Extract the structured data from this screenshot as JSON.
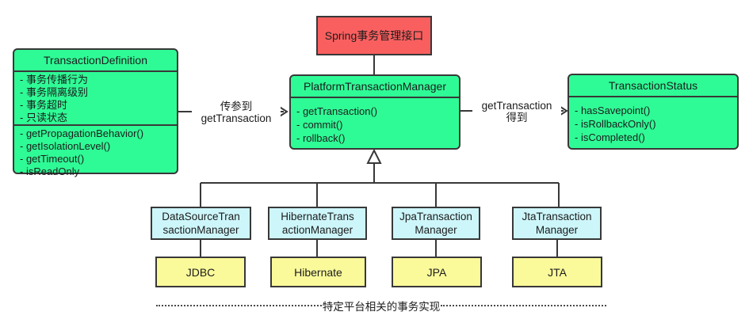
{
  "colors": {
    "class-green": "#2FFB96",
    "interface-red": "#FA5F5F",
    "impl-cyan": "#CDF6FA",
    "platform-yellow": "#FAFA9B",
    "border-dark": "#383838",
    "text": "#1c1c1c"
  },
  "interface_box": {
    "label": "Spring事务管理接口"
  },
  "classes": {
    "definition": {
      "title": "TransactionDefinition",
      "attributes": [
        "- 事务传播行为",
        "- 事务隔离级别",
        "- 事务超时",
        "- 只读状态"
      ],
      "methods": [
        "- getPropagationBehavior()",
        "- getIsolationLevel()",
        "- getTimeout()",
        "- isReadOnly"
      ]
    },
    "manager": {
      "title": "PlatformTransactionManager",
      "methods": [
        "- getTransaction()",
        "- commit()",
        "- rollback()"
      ]
    },
    "status": {
      "title": "TransactionStatus",
      "methods": [
        "- hasSavepoint()",
        "- isRollbackOnly()",
        "- isCompleted()"
      ]
    }
  },
  "edges": {
    "pass_param": {
      "line1": "传参到",
      "line2": "getTransaction"
    },
    "get_result": {
      "line1": "getTransaction",
      "line2": "得到"
    }
  },
  "implementations": [
    {
      "title_line1": "DataSourceTran",
      "title_line2": "sactionManager",
      "platform": "JDBC"
    },
    {
      "title_line1": "HibernateTrans",
      "title_line2": "actionManager",
      "platform": "Hibernate"
    },
    {
      "title_line1": "JpaTransaction",
      "title_line2": "Manager",
      "platform": "JPA"
    },
    {
      "title_line1": "JtaTransaction",
      "title_line2": "Manager",
      "platform": "JTA"
    }
  ],
  "footer": {
    "label": "特定平台相关的事务实现"
  }
}
